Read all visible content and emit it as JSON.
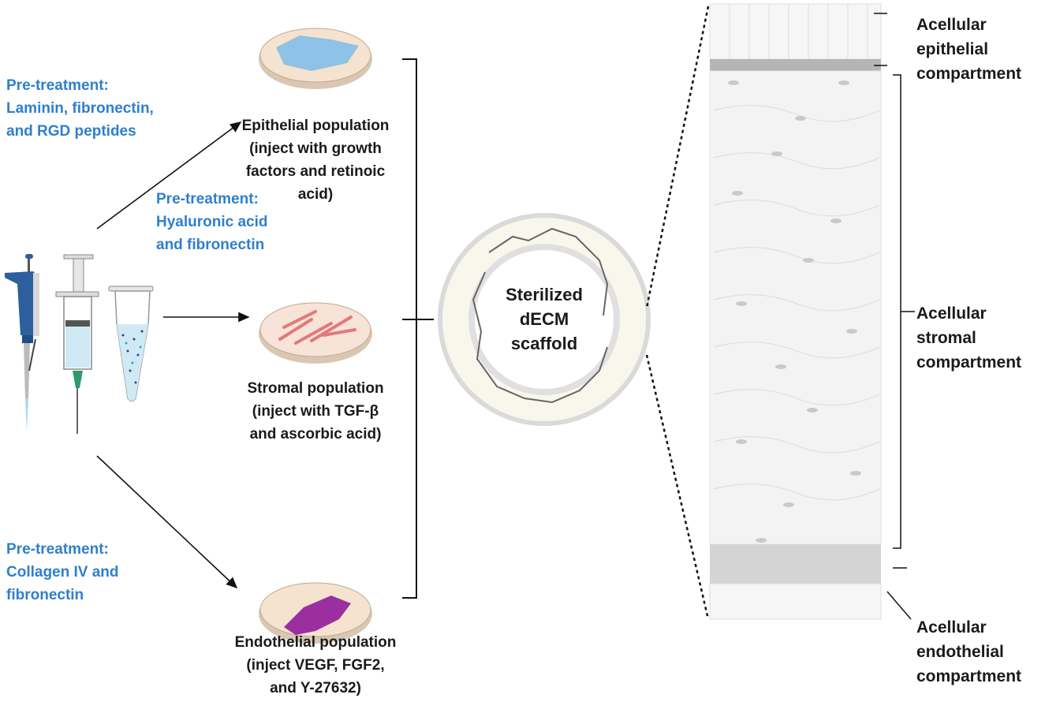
{
  "pretreatments": [
    {
      "lines": [
        "Pre-treatment:",
        "Laminin, fibronectin,",
        "and RGD peptides"
      ]
    },
    {
      "lines": [
        "Pre-treatment:",
        "Hyaluronic acid",
        "and fibronectin"
      ]
    },
    {
      "lines": [
        "Pre-treatment:",
        "Collagen IV and",
        "fibronectin"
      ]
    }
  ],
  "populations": [
    {
      "lines": [
        "Epithelial population",
        "(inject with growth",
        "factors and retinoic",
        "acid)"
      ],
      "cell_color": "#4a9fe0"
    },
    {
      "lines": [
        "Stromal population",
        "(inject with TGF-β",
        "and ascorbic acid)"
      ],
      "cell_color": "#e07a7a"
    },
    {
      "lines": [
        "Endothelial population",
        "(inject VEGF, FGF2,",
        "and Y-27632)"
      ],
      "cell_color": "#9b2fa0"
    }
  ],
  "scaffold": {
    "lines": [
      "Sterilized",
      "dECM",
      "scaffold"
    ]
  },
  "compartments": [
    {
      "lines": [
        "Acellular",
        "epithelial",
        "compartment"
      ]
    },
    {
      "lines": [
        "Acellular",
        "stromal",
        "compartment"
      ]
    },
    {
      "lines": [
        "Acellular",
        "endothelial",
        "compartment"
      ]
    }
  ],
  "colors": {
    "pretreatment_text": "#2f7fcc",
    "pipette": "#2d5f9e",
    "dish": "#f5e3cf"
  }
}
